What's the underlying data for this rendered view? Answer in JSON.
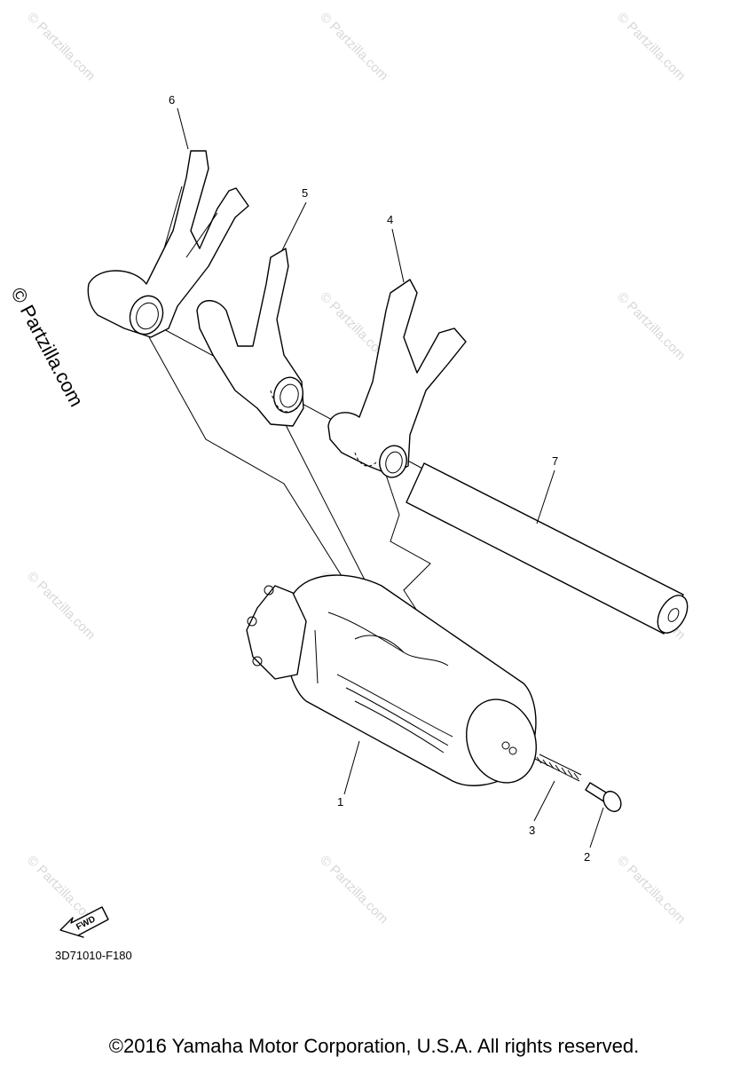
{
  "callouts": {
    "c1": "1",
    "c2": "2",
    "c3": "3",
    "c4": "4",
    "c5": "5",
    "c6": "6",
    "c7": "7"
  },
  "fwd_label": "FWD",
  "drawing_code": "3D71010-F180",
  "copyright": "©2016 Yamaha Motor Corporation, U.S.A. All rights reserved.",
  "watermark": "© Partzilla.com",
  "side_watermark": "© Partzilla.com",
  "icons": {
    "fwd": "fwd-arrow-icon"
  }
}
